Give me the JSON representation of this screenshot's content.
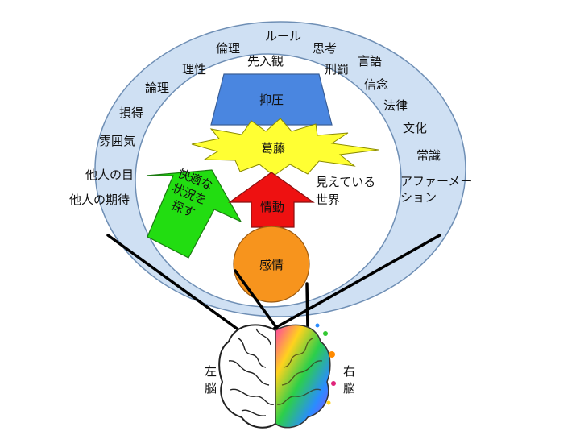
{
  "ring_words": [
    {
      "id": "rule",
      "text": "ルール"
    },
    {
      "id": "ethics",
      "text": "倫理"
    },
    {
      "id": "thinking",
      "text": "思考"
    },
    {
      "id": "prejudice",
      "text": "先入観"
    },
    {
      "id": "rationality",
      "text": "理性"
    },
    {
      "id": "language",
      "text": "言語"
    },
    {
      "id": "punishment",
      "text": "刑罰"
    },
    {
      "id": "logic",
      "text": "論理"
    },
    {
      "id": "belief",
      "text": "信念"
    },
    {
      "id": "gain-loss",
      "text": "損得"
    },
    {
      "id": "law",
      "text": "法律"
    },
    {
      "id": "culture",
      "text": "文化"
    },
    {
      "id": "atmosphere",
      "text": "雰囲気"
    },
    {
      "id": "common-sense",
      "text": "常識"
    },
    {
      "id": "others-eyes",
      "text": "他人の目"
    },
    {
      "id": "others-expectations",
      "text": "他人の期待"
    }
  ],
  "affirmation": {
    "line1": "アファーメー",
    "line2": "ション"
  },
  "suppression": "抑圧",
  "conflict": "葛藤",
  "impulse": "情動",
  "emotion": "感情",
  "seeking": {
    "lines": [
      "快適な",
      "状況を",
      "探す"
    ]
  },
  "visible_world": {
    "line1": "見えている",
    "line2": "世界"
  },
  "left_brain": {
    "line1": "左",
    "line2": "脳"
  },
  "right_brain": {
    "line1": "右",
    "line2": "脳"
  },
  "colors": {
    "ring": "#cfe0f3",
    "ring_stroke": "#6f8fb5",
    "suppression": "#4a86e0",
    "conflict": "#ffff33",
    "impulse": "#ee1111",
    "emotion": "#f7941d",
    "seeking": "#22dd11"
  }
}
